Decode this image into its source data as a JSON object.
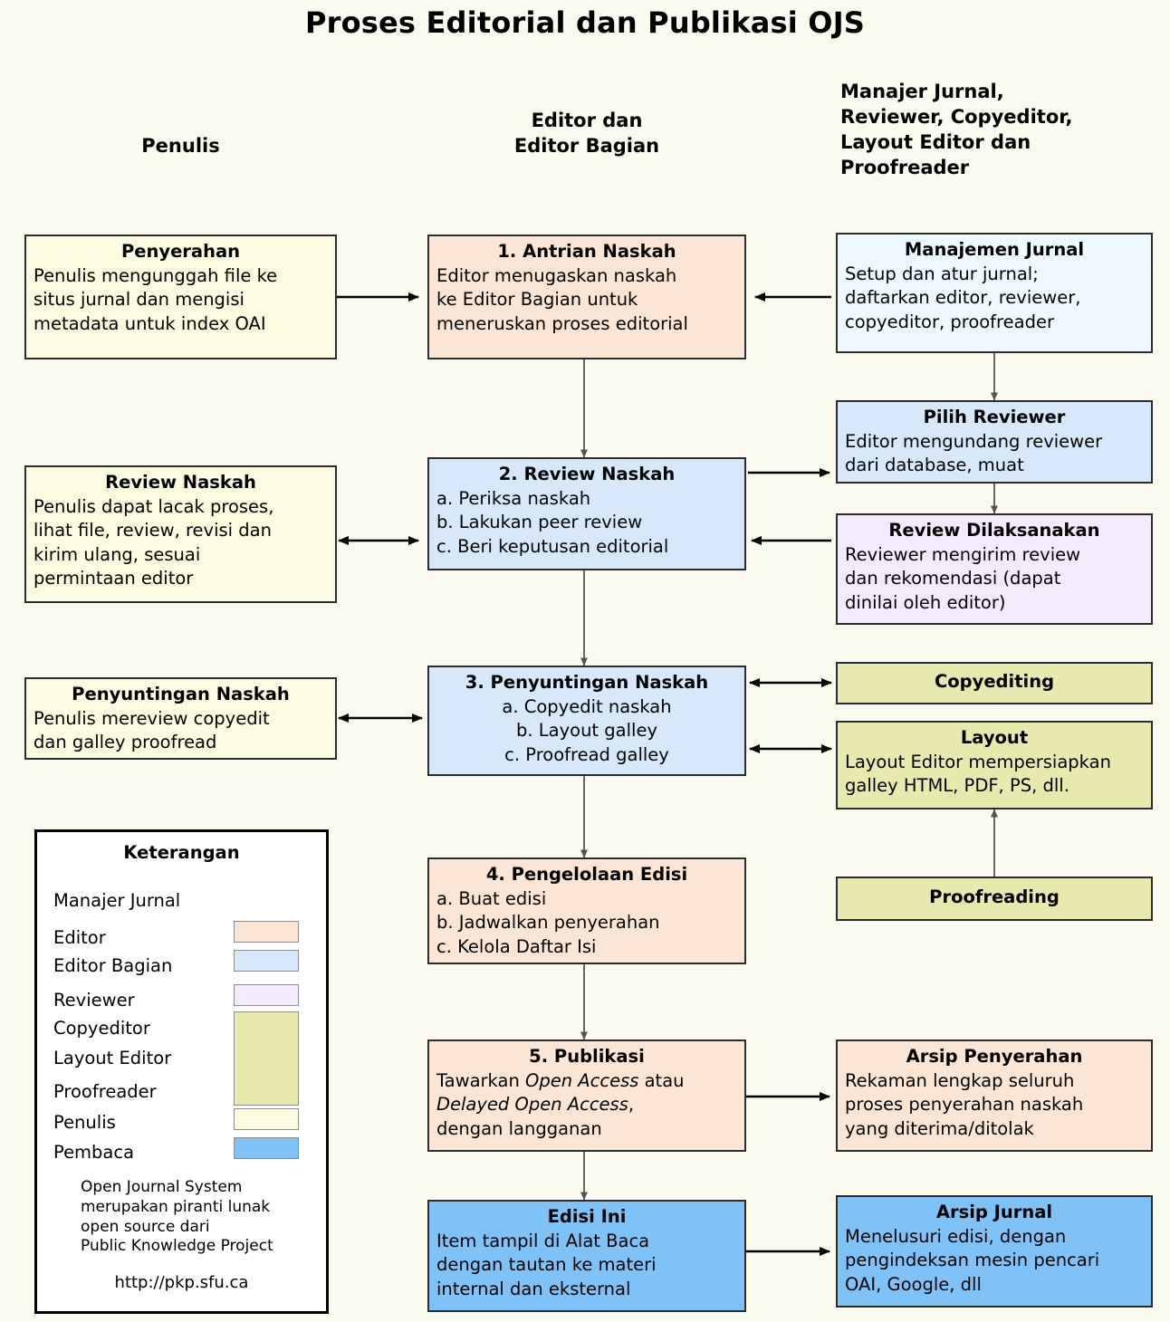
{
  "title": "Proses Editorial dan Publikasi OJS",
  "columns": {
    "authors": "Penulis",
    "editors": "Editor dan\nEditor Bagian",
    "others": "Manajer Jurnal,\nReviewer, Copyeditor,\nLayout Editor dan\nProofreader"
  },
  "nodes": {
    "penyerahan": {
      "header": "Penyerahan",
      "lines": [
        "Penulis mengunggah file ke",
        "situs jurnal dan mengisi",
        "metadata untuk index OAI"
      ],
      "role": "Penulis",
      "color": "#fbfbdf"
    },
    "antrian_naskah": {
      "header": "1. Antrian Naskah",
      "lines": [
        "Editor menugaskan naskah",
        "ke Editor Bagian untuk",
        "meneruskan proses editorial"
      ],
      "role": "Editor",
      "color": "#fbe6d5"
    },
    "manajemen_jurnal": {
      "header": "Manajemen Jurnal",
      "lines": [
        "Setup dan atur jurnal;",
        "daftarkan editor, reviewer,",
        "copyeditor, proofreader"
      ],
      "role": "Manajer Jurnal",
      "color": "#eefaff"
    },
    "review_naskah_penulis": {
      "header": "Review Naskah",
      "lines": [
        "Penulis dapat lacak proses,",
        "lihat file, review, revisi dan",
        "kirim ulang, sesuai",
        "permintaan editor"
      ],
      "role": "Penulis",
      "color": "#fbfbdf"
    },
    "review_naskah": {
      "header": "2. Review Naskah",
      "lines": [
        "a. Periksa naskah",
        "b. Lakukan peer review",
        "c. Beri keputusan editorial"
      ],
      "role": "Editor Bagian",
      "color": "#d7e8fb"
    },
    "pilih_reviewer": {
      "header": "Pilih Reviewer",
      "lines": [
        "Editor mengundang reviewer",
        "dari database, muat"
      ],
      "role": "Editor Bagian",
      "color": "#d7e8fb"
    },
    "review_dilaksanakan": {
      "header": "Review Dilaksanakan",
      "lines": [
        "Reviewer mengirim review",
        "dan rekomendasi (dapat",
        "dinilai oleh editor)"
      ],
      "role": "Reviewer",
      "color": "#f3eafc"
    },
    "penyuntingan_penulis": {
      "header": "Penyuntingan Naskah",
      "lines": [
        "Penulis mereview copyedit",
        "dan galley proofread"
      ],
      "role": "Penulis",
      "color": "#fbfbdf"
    },
    "penyuntingan_naskah": {
      "header": "3. Penyuntingan Naskah",
      "lines": [
        "a. Copyedit naskah",
        "b. Layout galley",
        "c. Proofread galley"
      ],
      "role": "Editor Bagian",
      "color": "#d7e8fb"
    },
    "copyediting": {
      "header": "Copyediting",
      "lines": [],
      "role": "Copyeditor",
      "color": "#e8e9ad"
    },
    "layout": {
      "header": "Layout",
      "lines": [
        "Layout Editor mempersiapkan",
        "galley HTML, PDF, PS, dll."
      ],
      "role": "Layout Editor",
      "color": "#e8e9ad"
    },
    "proofreading": {
      "header": "Proofreading",
      "lines": [],
      "role": "Proofreader",
      "color": "#e8e9ad"
    },
    "pengelolaan_edisi": {
      "header": "4. Pengelolaan Edisi",
      "lines": [
        "a. Buat edisi",
        "b. Jadwalkan penyerahan",
        "c. Kelola Daftar Isi"
      ],
      "role": "Editor",
      "color": "#fbe6d5"
    },
    "publikasi": {
      "header": "5. Publikasi",
      "lines_rich": [
        [
          {
            "t": "Tawarkan ",
            "i": false
          },
          {
            "t": "Open Access",
            "i": true
          },
          {
            "t": " atau",
            "i": false
          }
        ],
        [
          {
            "t": "Delayed Open Access",
            "i": true
          },
          {
            "t": ",",
            "i": false
          }
        ],
        [
          {
            "t": "dengan langganan",
            "i": false
          }
        ]
      ],
      "role": "Editor",
      "color": "#fbe6d5"
    },
    "arsip_penyerahan": {
      "header": "Arsip Penyerahan",
      "lines": [
        "Rekaman lengkap seluruh",
        "proses penyerahan naskah",
        "yang diterima/ditolak"
      ],
      "role": "Editor",
      "color": "#fbe6d5"
    },
    "edisi_ini": {
      "header": "Edisi Ini",
      "lines": [
        "Item tampil di Alat Baca",
        "dengan tautan ke materi",
        "internal dan eksternal"
      ],
      "role": "Pembaca",
      "color": "#7fc2f7"
    },
    "arsip_jurnal": {
      "header": "Arsip Jurnal",
      "lines": [
        "Menelusuri edisi, dengan",
        "pengindeksan mesin pencari",
        "OAI, Google, dll"
      ],
      "role": "Pembaca",
      "color": "#7fc2f7"
    }
  },
  "legend": {
    "title": "Keterangan",
    "entries": [
      {
        "label": "Manajer Jurnal",
        "color": "#eefaff"
      },
      {
        "label": "Editor",
        "color": "#fbe6d5"
      },
      {
        "label": "Editor Bagian",
        "color": "#d7e8fb"
      },
      {
        "label": "Reviewer",
        "color": "#f3eafc"
      },
      {
        "label": "Copyeditor",
        "color": "#e8e9ad"
      },
      {
        "label": "Layout Editor",
        "color": "#e8e9ad"
      },
      {
        "label": "Proofreader",
        "color": "#e8e9ad"
      },
      {
        "label": "Penulis",
        "color": "#fbfbdf"
      },
      {
        "label": "Pembaca",
        "color": "#7fc2f7"
      }
    ],
    "note_lines": [
      "Open Journal System",
      "merupakan piranti lunak",
      "open source dari",
      "Public Knowledge Project"
    ],
    "url": "http://pkp.sfu.ca"
  }
}
